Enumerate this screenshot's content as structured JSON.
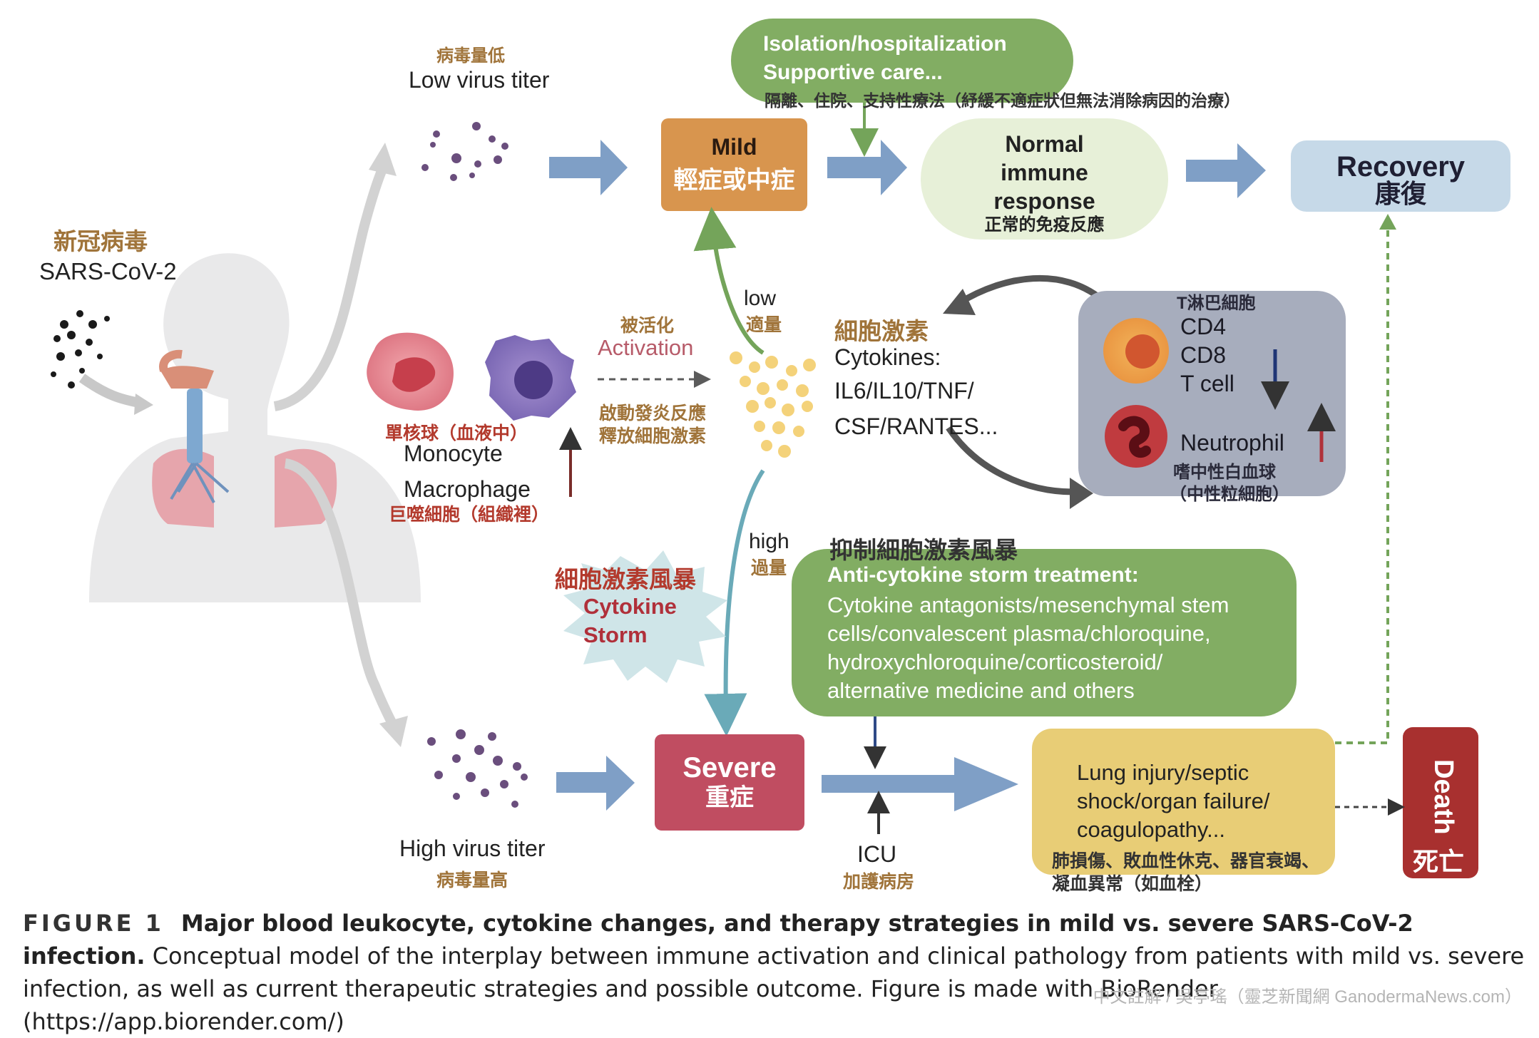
{
  "virus": {
    "cn": "新冠病毒",
    "en": "SARS-CoV-2"
  },
  "low_titer": {
    "cn": "病毒量低",
    "en": "Low virus titer"
  },
  "high_titer": {
    "cn": "病毒量高",
    "en": "High virus titer"
  },
  "isolation": {
    "line1": "Isolation/hospitalization",
    "line2": "Supportive care...",
    "cn": "隔離、住院、支持性療法（紓緩不適症狀但無法消除病因的治療）"
  },
  "mild": {
    "en": "Mild",
    "cn": "輕症或中症"
  },
  "normal_immune": {
    "l1": "Normal",
    "l2": "immune",
    "l3": "response",
    "cn": "正常的免疫反應"
  },
  "recovery": {
    "en": "Recovery",
    "cn": "康復"
  },
  "monocyte": {
    "cn": "單核球（血液中）",
    "en": "Monocyte"
  },
  "macrophage": {
    "en": "Macrophage",
    "cn": "巨噬細胞（組織裡）"
  },
  "activation": {
    "cn": "被活化",
    "en": "Activation",
    "cn2a": "啟動發炎反應",
    "cn2b": "釋放細胞激素"
  },
  "low_dose": {
    "en": "low",
    "cn": "適量"
  },
  "high_dose": {
    "en": "high",
    "cn": "過量"
  },
  "cytokines": {
    "cn": "細胞激素",
    "en": "Cytokines:",
    "l2": "IL6/IL10/TNF/",
    "l3": "CSF/RANTES..."
  },
  "tcell_panel": {
    "title": "T淋巴細胞",
    "cd4": "CD4",
    "cd8": "CD8",
    "tcell": "T cell",
    "neutrophil": "Neutrophil",
    "neu_cn1": "嗜中性白血球",
    "neu_cn2": "（中性粒細胞）"
  },
  "storm": {
    "cn": "細胞激素風暴",
    "l1": "Cytokine",
    "l2": "Storm"
  },
  "treatment": {
    "cn": "抑制細胞激素風暴",
    "title": "Anti-cytokine storm treatment:",
    "l1": "Cytokine antagonists/mesenchymal stem",
    "l2": "cells/convalescent plasma/chloroquine,",
    "l3": "hydroxychloroquine/corticosteroid/",
    "l4": "alternative medicine and others"
  },
  "severe": {
    "en": "Severe",
    "cn": "重症"
  },
  "icu": {
    "en": "ICU",
    "cn": "加護病房"
  },
  "lung_injury": {
    "l1": "Lung injury/septic",
    "l2": "shock/organ failure/",
    "l3": "coagulopathy...",
    "cn1": "肺損傷、敗血性休克、器官衰竭、",
    "cn2": "凝血異常（如血栓）"
  },
  "death": {
    "en": "Death",
    "cn": "死亡"
  },
  "caption": {
    "fig": "FIGURE 1",
    "lead": "Major blood leukocyte, cytokine changes, and therapy strategies in mild vs. severe SARS-CoV-2 infection.",
    "body": "Conceptual model of the interplay between immune activation and clinical pathology from patients with mild vs. severe infection, as well as current therapeutic strategies and possible outcome. Figure is made with BioRender (https://app.biorender.com/)"
  },
  "credit": "中文註解 / 吳亭瑤（靈芝新聞網 GanodermaNews.com）",
  "colors": {
    "arrow_blue": "#7f9fc6",
    "green_box": "#82ad63",
    "mild_box": "#d8954e",
    "pale_green": "#e7f0d8",
    "recovery_box": "#c6d9e8",
    "severe_box": "#c04d61",
    "lung_box": "#e8cd76",
    "death_box": "#a8302f",
    "panel": "#a7adbd",
    "teal": "#6aaab8"
  },
  "icons": {
    "virus": "virus-particle-icon",
    "body": "human-respiratory-icon",
    "monocyte": "monocyte-cell-icon",
    "macrophage": "macrophage-cell-icon",
    "cytokine": "cytokine-dots-icon",
    "cd4": "t-cell-icon",
    "neutrophil": "neutrophil-icon"
  }
}
